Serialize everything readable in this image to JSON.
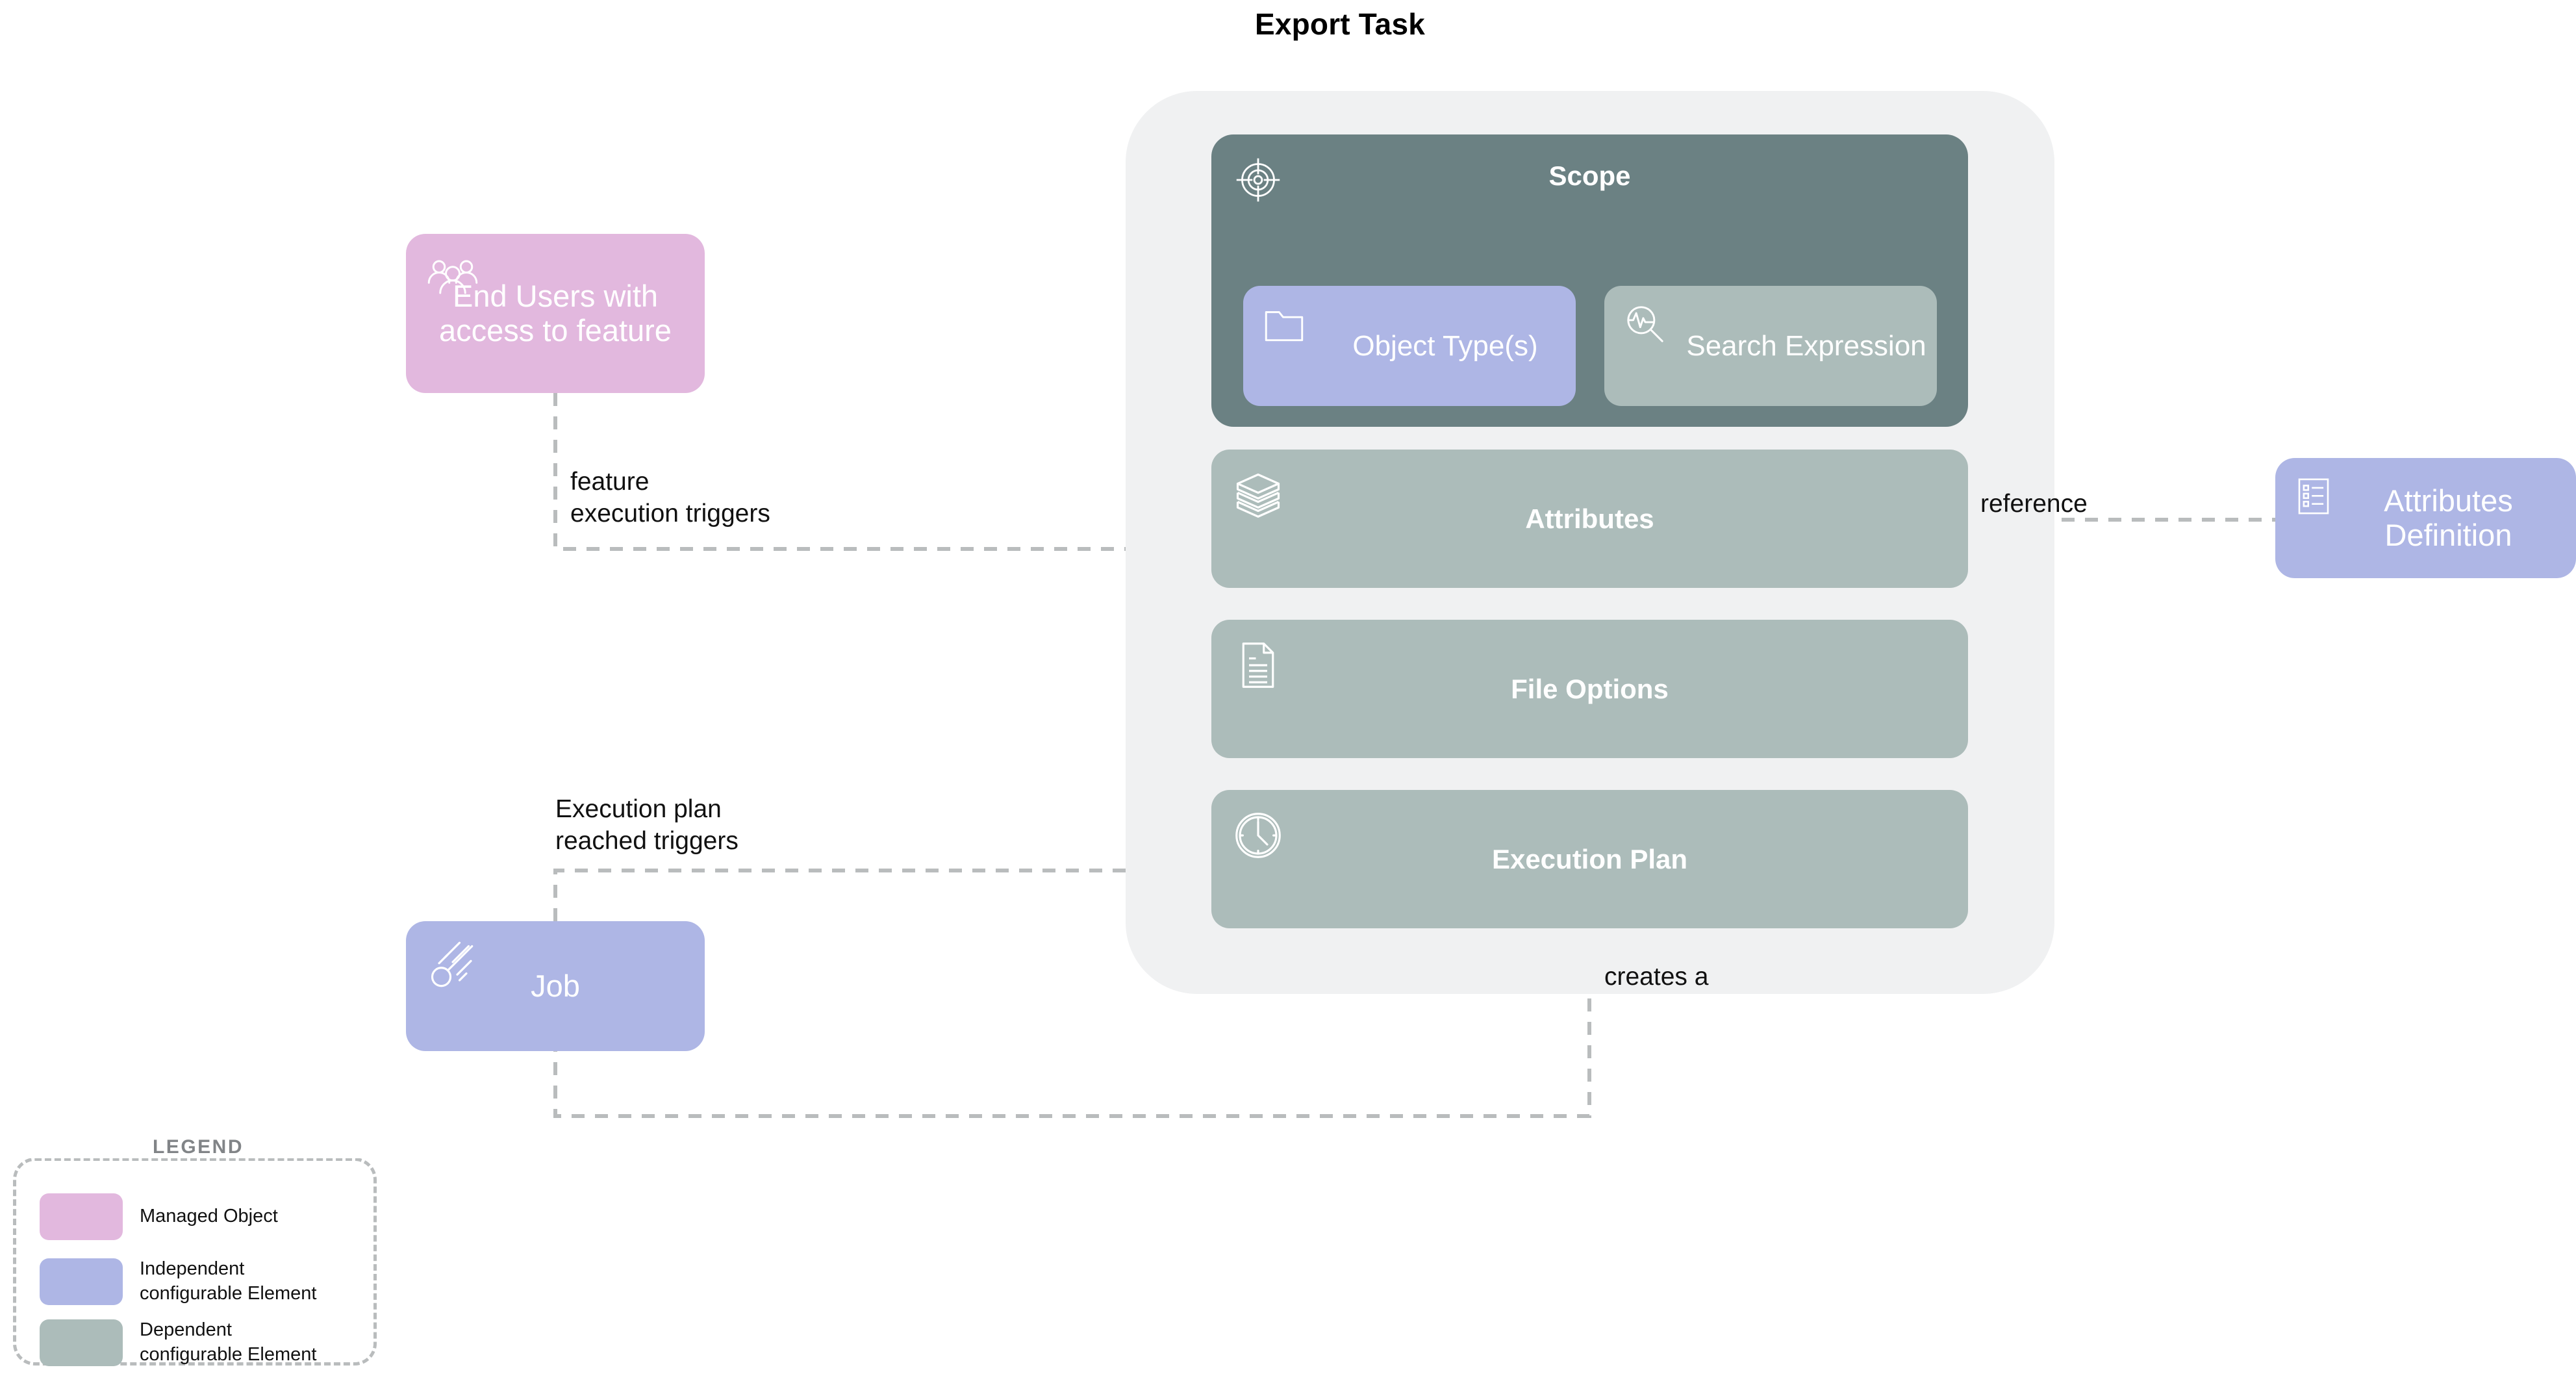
{
  "title": "Export Task",
  "colors": {
    "managed_object": "#e2b8de",
    "independent_element": "#aeb6e5",
    "dependent_element": "#acbcba",
    "scope_header": "#6b8183",
    "container": "#f0f1f2",
    "connector": "#b9bcbd"
  },
  "task": {
    "scope": {
      "label": "Scope",
      "icon": "target-icon",
      "children": [
        {
          "label": "Object\nType(s)",
          "icon": "folder-icon",
          "type": "independent"
        },
        {
          "label": "Search\nExpression",
          "icon": "search-pulse-icon",
          "type": "dependent"
        }
      ]
    },
    "rows": [
      {
        "label": "Attributes",
        "icon": "layers-stack-icon",
        "type": "dependent"
      },
      {
        "label": "File Options",
        "icon": "document-icon",
        "type": "dependent"
      },
      {
        "label": "Execution Plan",
        "icon": "clock-icon",
        "type": "dependent"
      }
    ]
  },
  "nodes": {
    "end_users": {
      "label": "End Users\nwith access\nto feature",
      "icon": "users-group-icon",
      "type": "managed"
    },
    "job": {
      "label": "Job",
      "icon": "comet-icon",
      "type": "independent"
    },
    "attributes_definition": {
      "label": "Attributes\nDefinition",
      "icon": "checklist-icon",
      "type": "independent"
    }
  },
  "edges": [
    {
      "id": "feature-execution-triggers",
      "label": "feature\nexecution triggers"
    },
    {
      "id": "execution-plan-reached-triggers",
      "label": "Execution plan\nreached triggers"
    },
    {
      "id": "reference",
      "label": "reference"
    },
    {
      "id": "creates-a",
      "label": "creates a"
    }
  ],
  "legend": {
    "title": "LEGEND",
    "items": [
      {
        "label": "Managed Object",
        "color": "#e2b8de"
      },
      {
        "label": "Independent\nconfigurable Element",
        "color": "#aeb6e5"
      },
      {
        "label": "Dependent\nconfigurable Element",
        "color": "#acbcba"
      }
    ]
  }
}
